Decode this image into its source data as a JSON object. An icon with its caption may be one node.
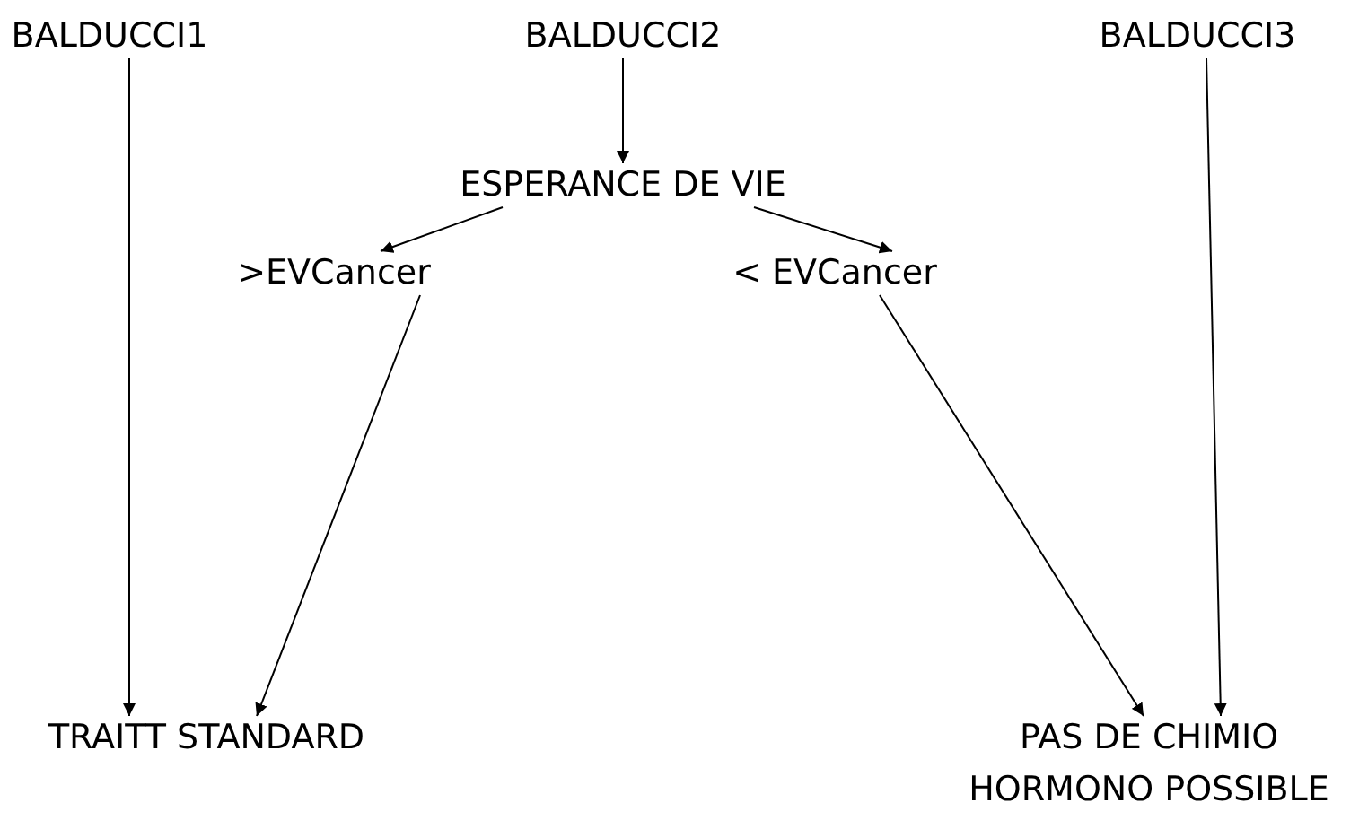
{
  "diagram": {
    "nodes": [
      {
        "text": [
          "BALDUCCI1"
        ]
      },
      {
        "text": [
          "BALDUCCI2"
        ]
      },
      {
        "text": [
          "BALDUCCI3"
        ]
      },
      {
        "text": [
          "ESPERANCE DE VIE"
        ]
      },
      {
        "text": [
          ">EVCancer"
        ]
      },
      {
        "text": [
          "< EVCancer"
        ]
      },
      {
        "text": [
          "TRAITT STANDARD"
        ]
      },
      {
        "text": [
          "PAS DE CHIMIO HORMONO POSSIBLE"
        ]
      }
    ],
    "edges": [
      {
        "from": 0,
        "to": 6,
        "arrow": "to"
      },
      {
        "from": 1,
        "to": 3,
        "arrow": "to"
      },
      {
        "from": 3,
        "to": 4,
        "arrow": "to"
      },
      {
        "from": 3,
        "to": 5,
        "arrow": "to"
      },
      {
        "from": 4,
        "to": 6,
        "arrow": "to"
      },
      {
        "from": 5,
        "to": 7,
        "arrow": "to"
      },
      {
        "from": 2,
        "to": 7,
        "arrow": "to"
      }
    ]
  }
}
